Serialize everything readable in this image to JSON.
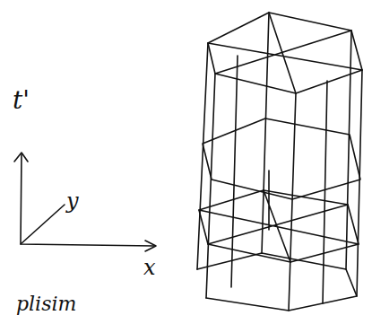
{
  "diagram": {
    "labels": [
      "t'",
      "y",
      "x",
      "plisim"
    ]
  }
}
